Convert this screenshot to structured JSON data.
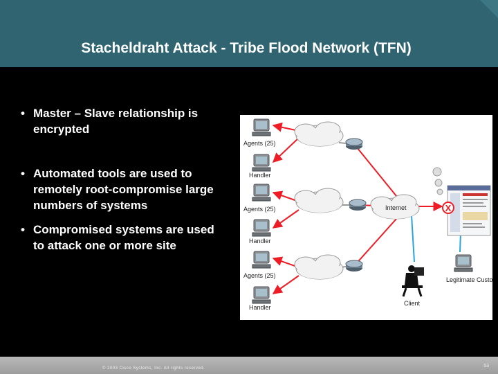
{
  "slide": {
    "title": "Stacheldraht Attack - Tribe Flood Network (TFN)",
    "bullets": [
      "Master – Slave relationship is encrypted",
      "Automated tools are used to remotely root-compromise large numbers of systems",
      "Compromised systems are used to attack one or more site"
    ]
  },
  "diagram": {
    "groups": [
      {
        "agents_label": "Agents (25)",
        "handler_label": "Handler"
      },
      {
        "agents_label": "Agents (25)",
        "handler_label": "Handler"
      },
      {
        "agents_label": "Agents (25)",
        "handler_label": "Handler"
      }
    ],
    "internet_label": "Internet",
    "client_label": "Client",
    "legitimate_customer_label": "Legitimate Customer",
    "block_mark": "X",
    "colors": {
      "attack_line": "#ee1c24",
      "client_line": "#2aa6d6",
      "header": "#2f6470"
    }
  },
  "footer": {
    "copyright": "© 2003 Cisco Systems, Inc. All rights reserved.",
    "page_number": "53"
  }
}
